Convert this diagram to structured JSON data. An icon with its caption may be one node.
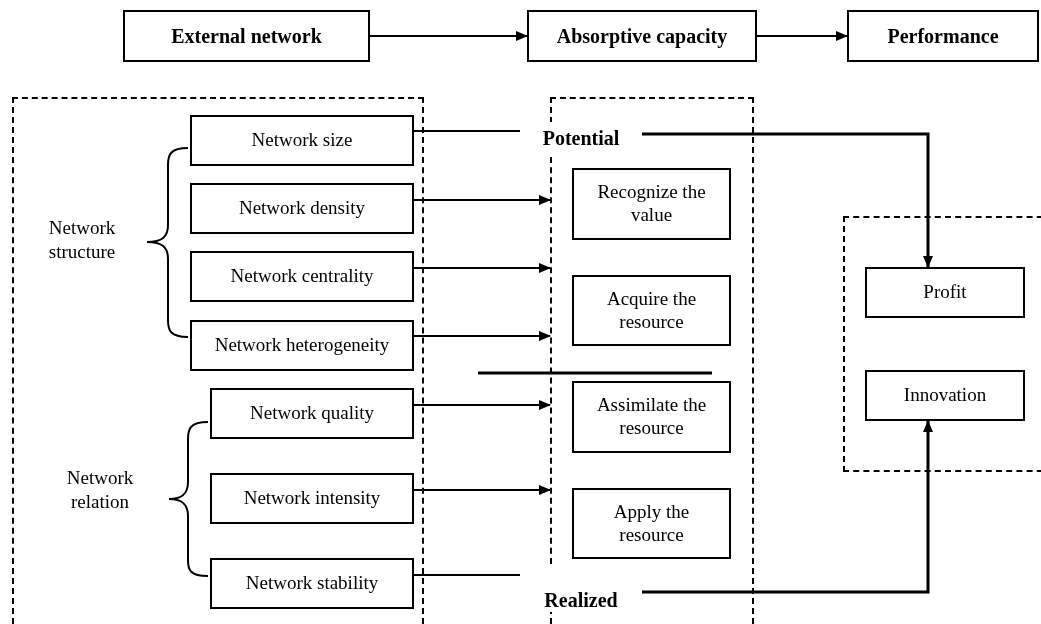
{
  "diagram": {
    "nodes": [
      {
        "text": [
          "External network"
        ]
      },
      {
        "text": [
          "Absorptive capacity"
        ]
      },
      {
        "text": [
          "Performance"
        ]
      },
      {
        "text": [],
        "shape": "box"
      },
      {
        "text": [
          "Network size"
        ],
        "in": 3
      },
      {
        "text": [
          "Network density"
        ],
        "in": 3
      },
      {
        "text": [
          "Network centrality"
        ],
        "in": 3
      },
      {
        "text": [
          "Network heterogeneity"
        ],
        "in": 3
      },
      {
        "text": [
          "Network quality"
        ],
        "in": 3
      },
      {
        "text": [
          "Network intensity"
        ],
        "in": 3
      },
      {
        "text": [
          "Network stability"
        ],
        "in": 3
      },
      {
        "text": [],
        "shape": "box"
      },
      {
        "text": [
          "Potential"
        ]
      },
      {
        "text": [
          "Recognize the value"
        ],
        "in": 11
      },
      {
        "text": [
          "Acquire the resource"
        ],
        "in": 11
      },
      {
        "text": [
          "Assimilate the resource"
        ],
        "in": 11
      },
      {
        "text": [
          "Apply the resource"
        ],
        "in": 11
      },
      {
        "text": [
          "Realized"
        ]
      },
      {
        "text": [],
        "shape": "box"
      },
      {
        "text": [
          "Profit"
        ],
        "in": 18
      },
      {
        "text": [
          "Innovation"
        ],
        "in": 18
      }
    ],
    "edges": [
      {
        "from": 0,
        "to": 1,
        "arrow": "to"
      },
      {
        "from": 1,
        "to": 2,
        "arrow": "to"
      },
      {
        "from": 4,
        "to": 12,
        "arrow": "none"
      },
      {
        "from": 5,
        "to": 11,
        "arrow": "to"
      },
      {
        "from": 6,
        "to": 11,
        "arrow": "to"
      },
      {
        "from": 7,
        "to": 11,
        "arrow": "to"
      },
      {
        "from": 8,
        "to": 11,
        "arrow": "to"
      },
      {
        "from": 9,
        "to": 11,
        "arrow": "to"
      },
      {
        "from": 10,
        "to": 17,
        "arrow": "none"
      },
      {
        "from": 12,
        "to": 19,
        "arrow": "to"
      },
      {
        "from": 17,
        "to": 20,
        "arrow": "to"
      }
    ],
    "labels": [
      "Network structure",
      "Network relation"
    ]
  }
}
